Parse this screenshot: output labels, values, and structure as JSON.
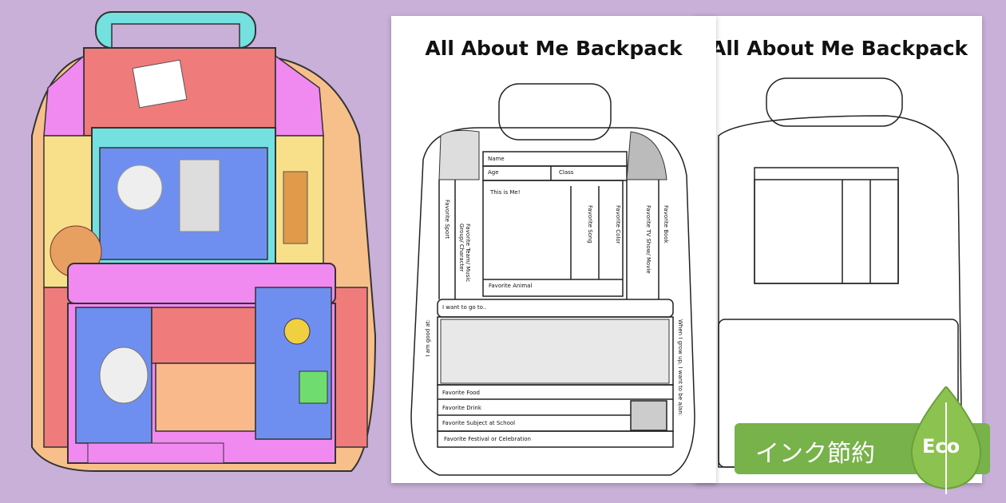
{
  "background_color": "#c8b0d8",
  "colored_backpack": {
    "colors": {
      "pink": "#f07b7b",
      "blue": "#6f8ff0",
      "cyan": "#74e0e0",
      "yellow": "#f8e08a",
      "magenta": "#f08af0",
      "peach": "#f9b98a",
      "green": "#6fdc6f",
      "tan": "#f7c08a"
    }
  },
  "worksheet_front": {
    "title": "All About Me Backpack",
    "fields": {
      "name": "Name",
      "age": "Age",
      "class": "Class",
      "this_is_me": "This is Me!",
      "favorite_sport": "Favorite Sport",
      "favorite_team": "Favorite Team/ Music Group/ Character",
      "favorite_song": "Favorite Song",
      "favorite_color": "Favorite Color",
      "favorite_tv": "Favorite TV Show/ Movie",
      "favorite_book": "Favorite Book",
      "favorite_animal": "Favorite Animal",
      "want_to_go": "I want to go to..",
      "good_at": "I am good at:",
      "grow_up": "When I grow up, I want to be a/an:",
      "favorite_food": "Favorite Food",
      "favorite_drink": "Favorite Drink",
      "favorite_subject": "Favorite Subject at School",
      "favorite_festival": "Favorite Festival or Celebration"
    }
  },
  "worksheet_back": {
    "title": "All About Me Backpack"
  },
  "eco_badge": {
    "text": "インク節約",
    "label": "Eco",
    "color": "#78b24a"
  }
}
